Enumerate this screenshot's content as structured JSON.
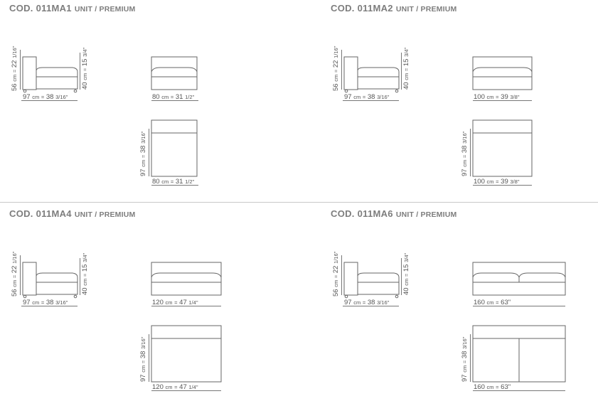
{
  "sections": [
    {
      "code": "COD. 011MA1",
      "variant": "UNIT / PREMIUM",
      "side": {
        "height": "56",
        "height_in": "22",
        "height_in_frac": "1/16\"",
        "seat": "40",
        "seat_in": "15",
        "seat_in_frac": "3/4\"",
        "depth": "97",
        "depth_in": "38",
        "depth_in_frac": "3/16\""
      },
      "front": {
        "width": "80",
        "width_in": "31",
        "width_in_frac": "1/2\""
      },
      "top": {
        "depth": "97",
        "depth_in": "38",
        "depth_in_frac": "3/16\"",
        "width": "80",
        "width_in": "31",
        "width_in_frac": "1/2\""
      }
    },
    {
      "code": "COD. 011MA2",
      "variant": "UNIT / PREMIUM",
      "side": {
        "height": "56",
        "height_in": "22",
        "height_in_frac": "1/16\"",
        "seat": "40",
        "seat_in": "15",
        "seat_in_frac": "3/4\"",
        "depth": "97",
        "depth_in": "38",
        "depth_in_frac": "3/16\""
      },
      "front": {
        "width": "100",
        "width_in": "39",
        "width_in_frac": "3/8\""
      },
      "top": {
        "depth": "97",
        "depth_in": "38",
        "depth_in_frac": "3/16\"",
        "width": "100",
        "width_in": "39",
        "width_in_frac": "3/8\""
      }
    },
    {
      "code": "COD. 011MA4",
      "variant": "UNIT / PREMIUM",
      "side": {
        "height": "56",
        "height_in": "22",
        "height_in_frac": "1/16\"",
        "seat": "40",
        "seat_in": "15",
        "seat_in_frac": "3/4\"",
        "depth": "97",
        "depth_in": "38",
        "depth_in_frac": "3/16\""
      },
      "front": {
        "width": "120",
        "width_in": "47",
        "width_in_frac": "1/4\""
      },
      "top": {
        "depth": "97",
        "depth_in": "38",
        "depth_in_frac": "3/16\"",
        "width": "120",
        "width_in": "47",
        "width_in_frac": "1/4\""
      }
    },
    {
      "code": "COD. 011MA6",
      "variant": "UNIT / PREMIUM",
      "side": {
        "height": "56",
        "height_in": "22",
        "height_in_frac": "1/16\"",
        "seat": "40",
        "seat_in": "15",
        "seat_in_frac": "3/4\"",
        "depth": "97",
        "depth_in": "38",
        "depth_in_frac": "3/16\""
      },
      "front": {
        "width": "160",
        "width_in": "63\"",
        "width_in_frac": ""
      },
      "top": {
        "depth": "97",
        "depth_in": "38",
        "depth_in_frac": "3/16\"",
        "width": "160",
        "width_in": "63\"",
        "width_in_frac": ""
      }
    }
  ],
  "unit_cm": "cm",
  "separator": "=",
  "colors": {
    "title": "#7d7d7d",
    "line": "#777777",
    "stroke": "#666666",
    "divider": "#c8c8c8"
  }
}
